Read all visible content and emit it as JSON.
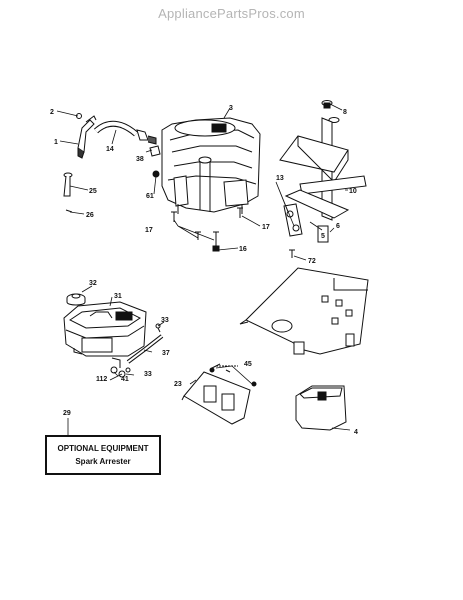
{
  "watermark": "AppliancePartsPros.com",
  "callouts": {
    "c1": "1",
    "c2": "2",
    "c3": "3",
    "c4": "4",
    "c5": "5",
    "c6": "6",
    "c8": "8",
    "c10": "10",
    "c13": "13",
    "c14": "14",
    "c16": "16",
    "c17a": "17",
    "c17b": "17",
    "c23": "23",
    "c25": "25",
    "c26": "26",
    "c29": "29",
    "c31": "31",
    "c32": "32",
    "c33a": "33",
    "c33b": "33",
    "c37": "37",
    "c38": "38",
    "c41": "41",
    "c45": "45",
    "c61": "61",
    "c72": "72",
    "c112": "112"
  },
  "optional_box": {
    "title": "OPTIONAL EQUIPMENT",
    "subtitle": "Spark Arrester"
  }
}
